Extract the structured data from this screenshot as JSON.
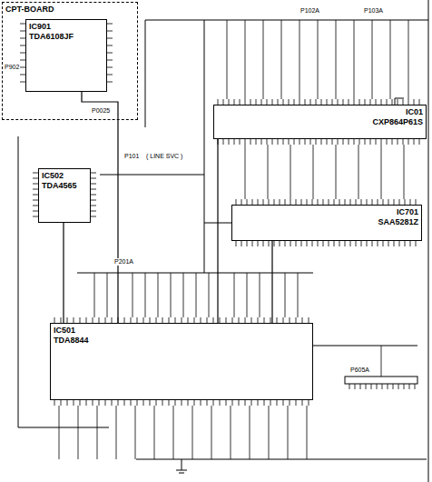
{
  "diagram": {
    "nodes": [
      {
        "text": [
          "CPT-BOARD"
        ]
      },
      {
        "text": [
          "IC901",
          "TDA6108JF"
        ],
        "in": 0
      },
      {
        "text": [
          "IC502",
          "TDA4565"
        ]
      },
      {
        "text": [
          "IC01",
          "CXP864P61S"
        ]
      },
      {
        "text": [
          "IC701",
          "SAA5281Z"
        ]
      },
      {
        "text": [
          "IC501",
          "TDA8844"
        ]
      }
    ],
    "edges": [
      {
        "from": 5,
        "to": 1,
        "arrow": "none"
      },
      {
        "from": 3,
        "to": 5,
        "arrow": "none"
      },
      {
        "from": 4,
        "to": 5,
        "arrow": "none"
      },
      {
        "from": 2,
        "to": 5,
        "arrow": "none"
      }
    ],
    "labels": [
      "P902",
      "P0025",
      "P101",
      "( LINE SVC )",
      "P102A",
      "P103A",
      "P201A",
      "P605A"
    ]
  }
}
